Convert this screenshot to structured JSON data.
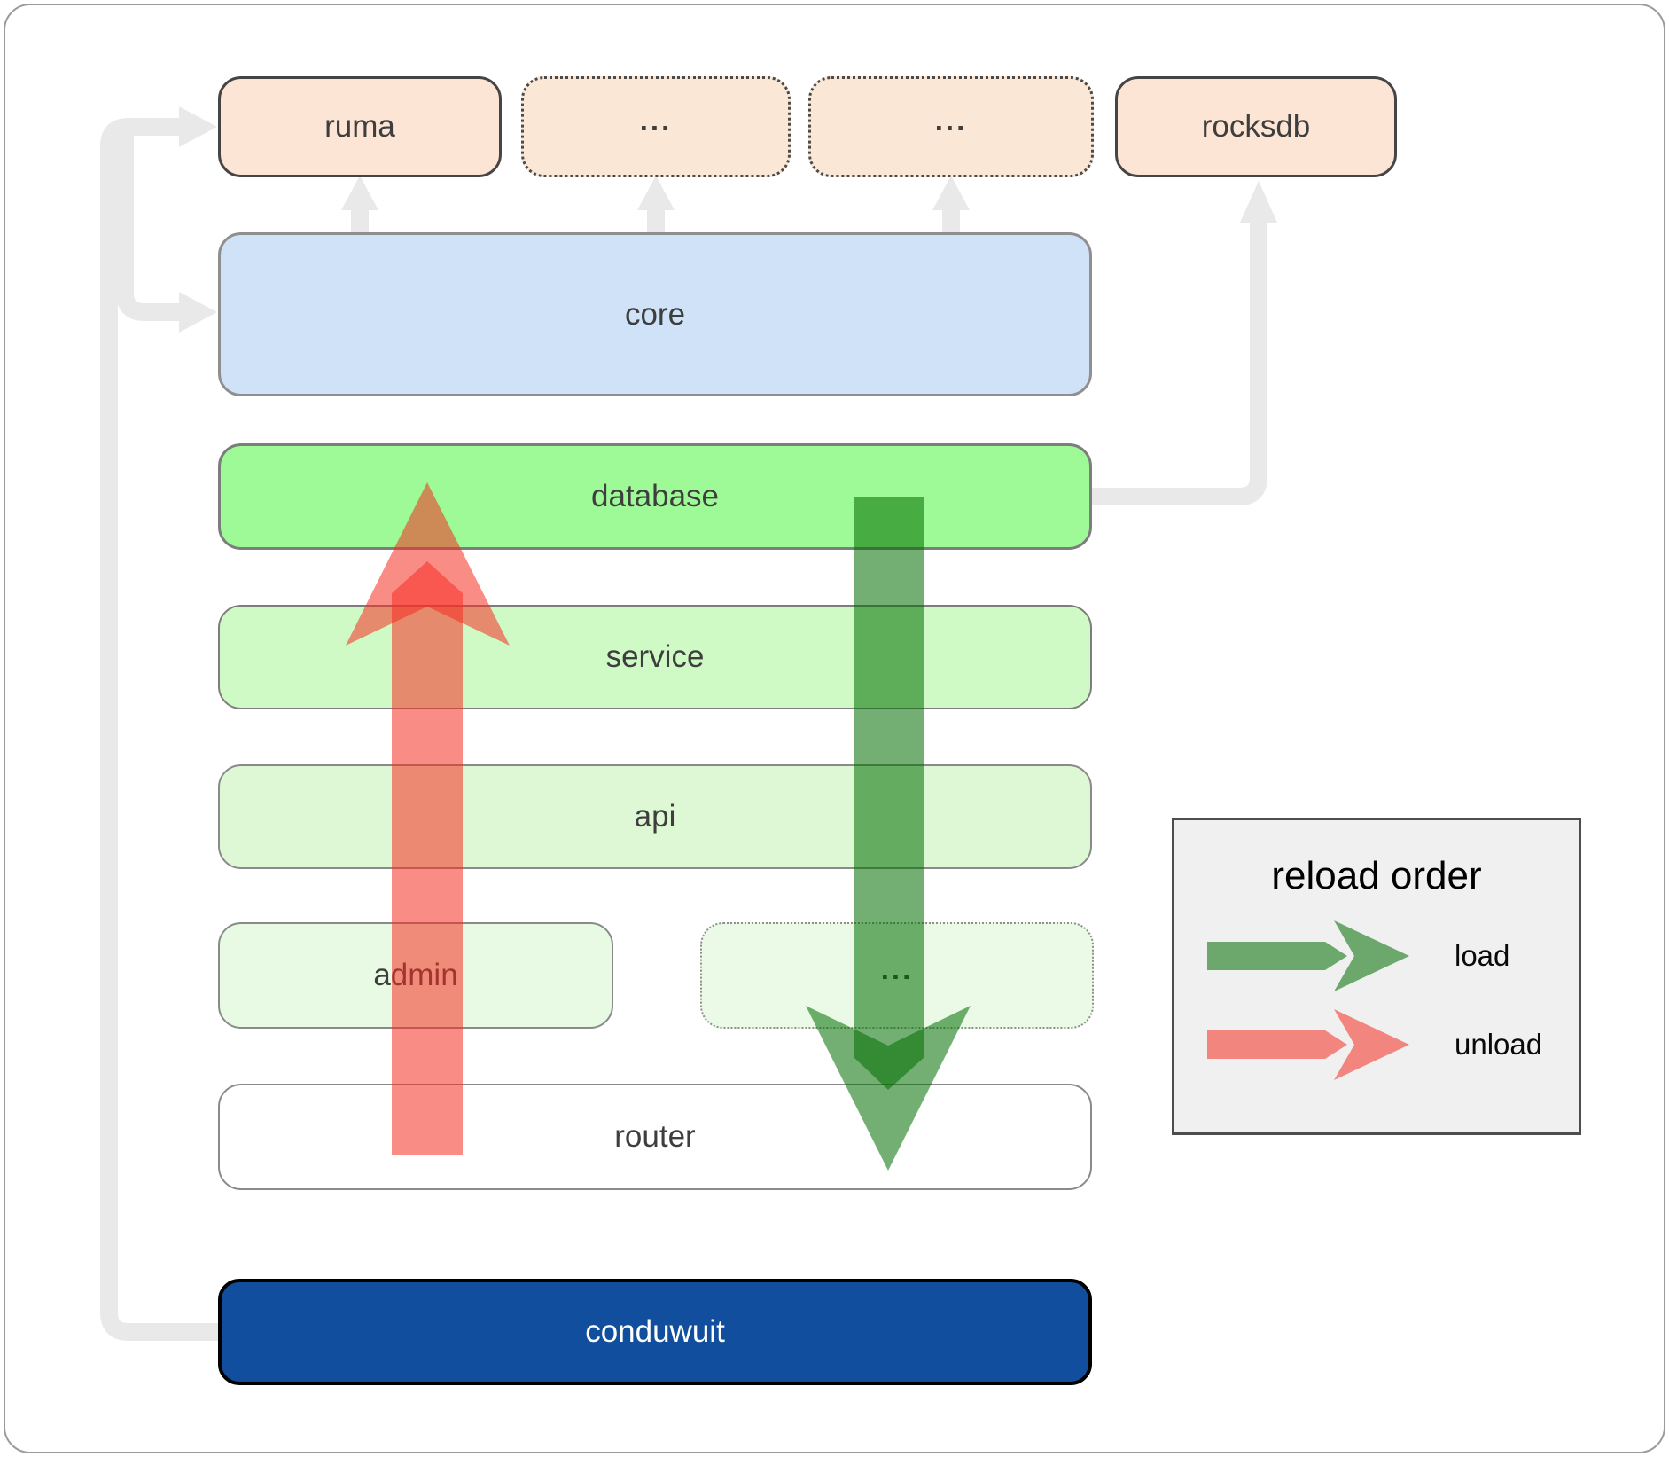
{
  "nodes": {
    "ruma": {
      "label": "ruma",
      "fill": "#fce5d4"
    },
    "ellipsis_top_1": {
      "label": "...",
      "fill": "#fbe7d6"
    },
    "ellipsis_top_2": {
      "label": "...",
      "fill": "#fbe7d6"
    },
    "rocksdb": {
      "label": "rocksdb",
      "fill": "#fce5d4"
    },
    "core": {
      "label": "core",
      "fill": "#cfe2f8"
    },
    "database": {
      "label": "database",
      "fill": "#9efa96"
    },
    "service": {
      "label": "service",
      "fill": "#d0fac5"
    },
    "api": {
      "label": "api",
      "fill": "#def8d5"
    },
    "admin": {
      "label": "admin",
      "fill": "#e8fae3"
    },
    "ellipsis_bottom": {
      "label": "...",
      "fill": "#eafae6"
    },
    "router": {
      "label": "router",
      "fill": "#ffffff"
    },
    "conduwuit": {
      "label": "conduwuit",
      "fill": "#114f9e"
    }
  },
  "legend": {
    "title": "reload order",
    "load_label": "load",
    "unload_label": "unload",
    "load_color": "#006e00",
    "unload_color": "#f52d23"
  },
  "colors": {
    "load_arrow": "#006e00",
    "unload_arrow": "#f52d23",
    "connector_gray": "#e9e9e9",
    "conduwuit_brand": "#114f9e",
    "database_green": "#9efa96",
    "core_blue": "#cfe2f8",
    "dependency_peach": "#fce5d4"
  }
}
